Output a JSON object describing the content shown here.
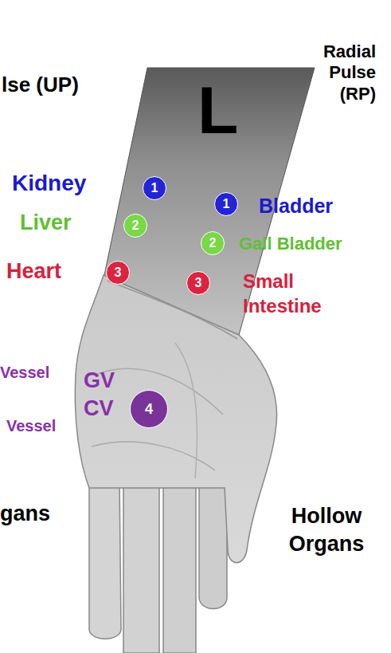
{
  "diagram": {
    "nodes": [
      {
        "text": [
          "1"
        ]
      },
      {
        "text": [
          "1"
        ]
      },
      {
        "text": [
          "2"
        ]
      },
      {
        "text": [
          "2"
        ]
      },
      {
        "text": [
          "3"
        ]
      },
      {
        "text": [
          "3"
        ]
      },
      {
        "text": [
          "4"
        ]
      }
    ],
    "labels": [
      "lse (UP)",
      "Radial Pulse (RP)",
      "L",
      "Kidney",
      "Bladder",
      "Liver",
      "Gall Bladder",
      "Heart",
      "Small Intestine",
      "Vessel",
      "GV",
      "CV",
      "Vessel",
      "gans",
      "Hollow Organs"
    ]
  }
}
